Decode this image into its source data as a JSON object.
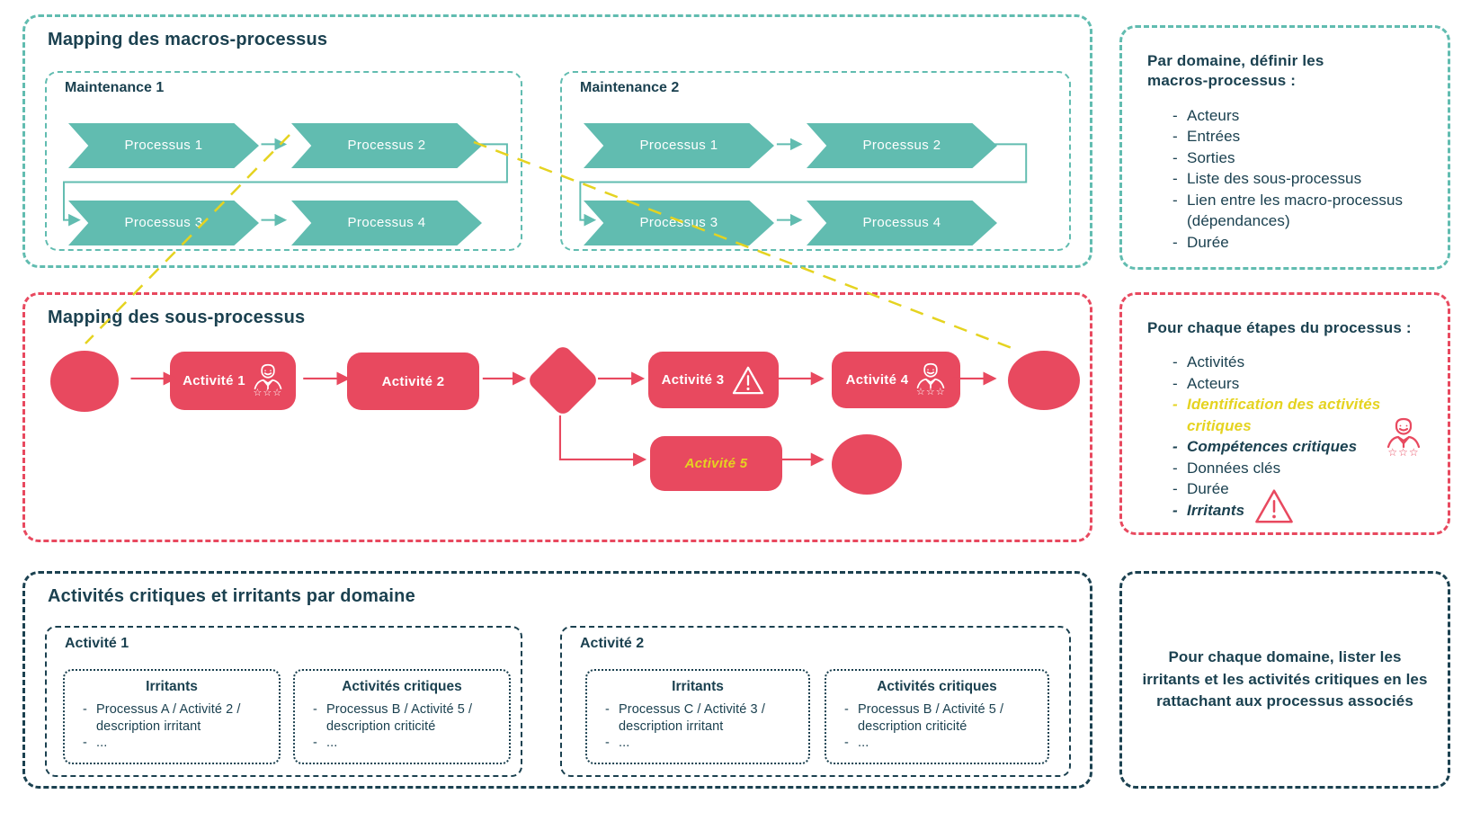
{
  "colors": {
    "teal": "#61bcb0",
    "red": "#e8495f",
    "navy": "#1b4150",
    "yellow": "#e5d320",
    "white": "#ffffff"
  },
  "macro_section": {
    "title": "Mapping des macros-processus",
    "domains": [
      {
        "label": "Maintenance 1",
        "processes": [
          "Processus 1",
          "Processus 2",
          "Processus 3",
          "Processus 4"
        ]
      },
      {
        "label": "Maintenance 2",
        "processes": [
          "Processus 1",
          "Processus 2",
          "Processus 3",
          "Processus 4"
        ]
      }
    ]
  },
  "macro_note": {
    "intro": "Par domaine, définir les macros-processus :",
    "items": [
      "Acteurs",
      "Entrées",
      "Sorties",
      "Liste des sous-processus",
      "Lien entre les macro-processus (dépendances)",
      "Durée"
    ]
  },
  "sub_section": {
    "title": "Mapping des sous-processus",
    "activities": [
      "Activité 1",
      "Activité 2",
      "Activité 3",
      "Activité 4",
      "Activité 5"
    ],
    "icons": [
      "worker-stars-icon",
      "warning-triangle-icon"
    ]
  },
  "sub_note": {
    "intro": "Pour chaque étapes du processus :",
    "items": [
      "Activités",
      "Acteurs",
      "Identification des activités critiques",
      "Compétences critiques",
      "Données clés",
      "Durée",
      "Irritants"
    ]
  },
  "critical_section": {
    "title": "Activités critiques et irritants par domaine",
    "panels": [
      {
        "label": "Activité 1",
        "irritants": {
          "title": "Irritants",
          "items": [
            "Processus A / Activité 2 / description irritant",
            "..."
          ]
        },
        "critical": {
          "title": "Activités critiques",
          "items": [
            "Processus B / Activité 5 / description criticité",
            "..."
          ]
        }
      },
      {
        "label": "Activité 2",
        "irritants": {
          "title": "Irritants",
          "items": [
            "Processus C / Activité 3 / description irritant",
            "..."
          ]
        },
        "critical": {
          "title": "Activités critiques",
          "items": [
            "Processus B / Activité 5 / description criticité",
            "..."
          ]
        }
      }
    ]
  },
  "critical_note": {
    "text": "Pour chaque domaine, lister les irritants et les activités critiques en les rattachant aux processus associés"
  }
}
